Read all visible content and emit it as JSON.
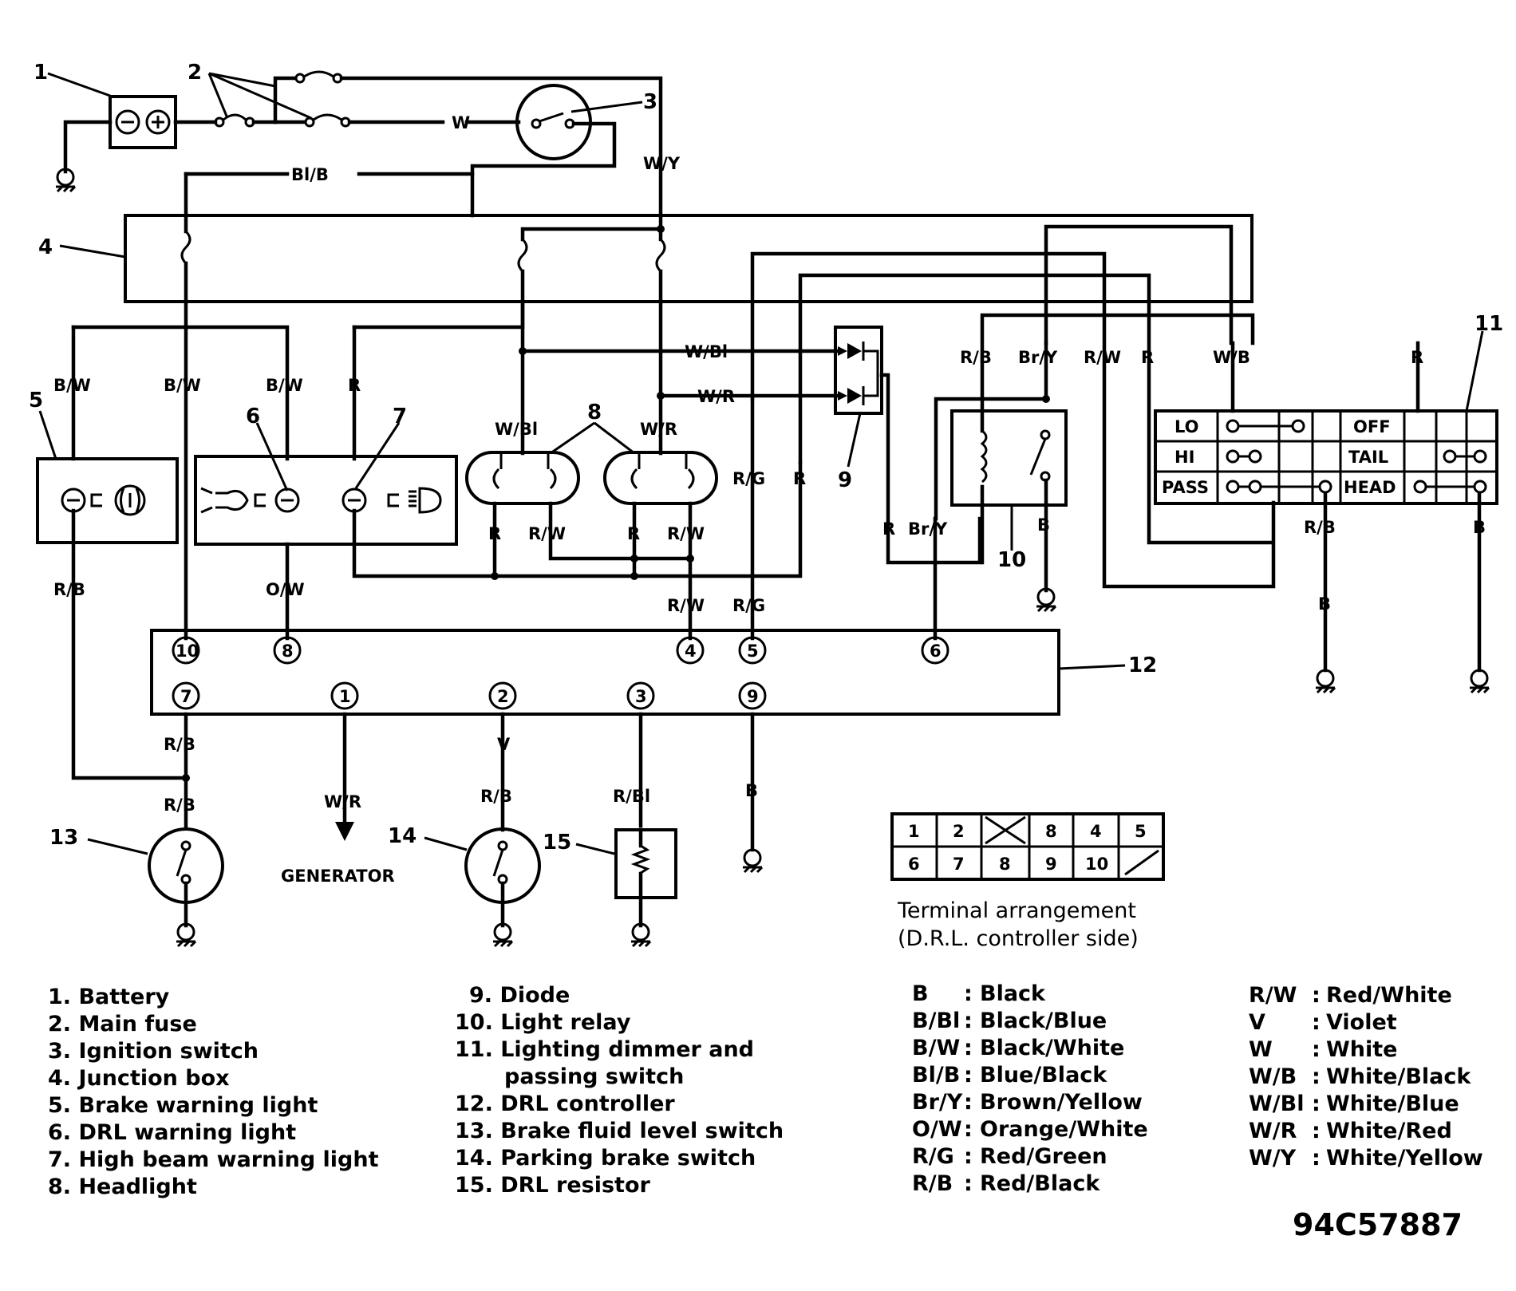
{
  "diagram": {
    "drawing_number": "94C57887",
    "terminal_caption": [
      "Terminal arrangement",
      "(D.R.L. controller side)"
    ],
    "component_numbers": [
      "1",
      "2",
      "3",
      "4",
      "5",
      "6",
      "7",
      "8",
      "9",
      "10",
      "11",
      "12",
      "13",
      "14",
      "15"
    ],
    "wire_labels": {
      "w": "W",
      "wy": "W/Y",
      "blb": "Bl/B",
      "bw1": "B/W",
      "bw2": "B/W",
      "bw3": "B/W",
      "r_ind": "R",
      "wbl_top": "W/Bl",
      "wr_top": "W/R",
      "wbl_hl": "W/Bl",
      "wr_hl": "W/R",
      "hl_r1": "R",
      "hl_rw1": "R/W",
      "hl_r2": "R",
      "hl_rw2": "R/W",
      "rg1": "R/G",
      "r_mid": "R",
      "rb_rel": "R/B",
      "bry_rel": "Br/Y",
      "rw_rel": "R/W",
      "r_rel": "R",
      "wb_sw": "W/B",
      "r_sw": "R",
      "r_diode": "R",
      "bry_low": "Br/Y",
      "b_relay": "B",
      "rb5": "R/B",
      "ow": "O/W",
      "rw4": "R/W",
      "rg5": "R/G",
      "rb_sw": "R/B",
      "b_sw1": "B",
      "b_sw2": "B",
      "rb7": "R/B",
      "rb13": "R/B",
      "wr_gen": "W/R",
      "v": "V",
      "rb14": "R/B",
      "rbl15": "R/Bl",
      "b9": "B"
    },
    "generator_label": "GENERATOR",
    "controller_terminals": [
      "10",
      "8",
      "4",
      "5",
      "6",
      "7",
      "1",
      "2",
      "3",
      "9"
    ],
    "switch_positions": [
      "LO",
      "HI",
      "PASS",
      "OFF",
      "TAIL",
      "HEAD"
    ],
    "terminal_grid": {
      "row1": [
        "1",
        "2",
        "x",
        "8",
        "4",
        "5"
      ],
      "row2": [
        "6",
        "7",
        "8",
        "9",
        "10",
        "/"
      ]
    }
  },
  "legend": {
    "components": [
      "1. Battery",
      "2. Main fuse",
      "3. Ignition switch",
      "4. Junction box",
      "5. Brake warning light",
      "6. DRL warning light",
      "7. High beam warning light",
      "8. Headlight",
      "9. Diode",
      "10. Light relay",
      "11. Lighting dimmer and",
      "passing switch",
      "12. DRL controller",
      "13. Brake fluid level switch",
      "14. Parking brake switch",
      "15. DRL resistor"
    ],
    "colors": [
      {
        "code": "B",
        "name": "Black"
      },
      {
        "code": "B/Bl",
        "name": "Black/Blue"
      },
      {
        "code": "B/W",
        "name": "Black/White"
      },
      {
        "code": "Bl/B",
        "name": "Blue/Black"
      },
      {
        "code": "Br/Y",
        "name": "Brown/Yellow"
      },
      {
        "code": "O/W",
        "name": "Orange/White"
      },
      {
        "code": "R/G",
        "name": "Red/Green"
      },
      {
        "code": "R/B",
        "name": "Red/Black"
      },
      {
        "code": "R/W",
        "name": "Red/White"
      },
      {
        "code": "V",
        "name": "Violet"
      },
      {
        "code": "W",
        "name": "White"
      },
      {
        "code": "W/B",
        "name": "White/Black"
      },
      {
        "code": "W/Bl",
        "name": "White/Blue"
      },
      {
        "code": "W/R",
        "name": "White/Red"
      },
      {
        "code": "W/Y",
        "name": "White/Yellow"
      }
    ]
  }
}
